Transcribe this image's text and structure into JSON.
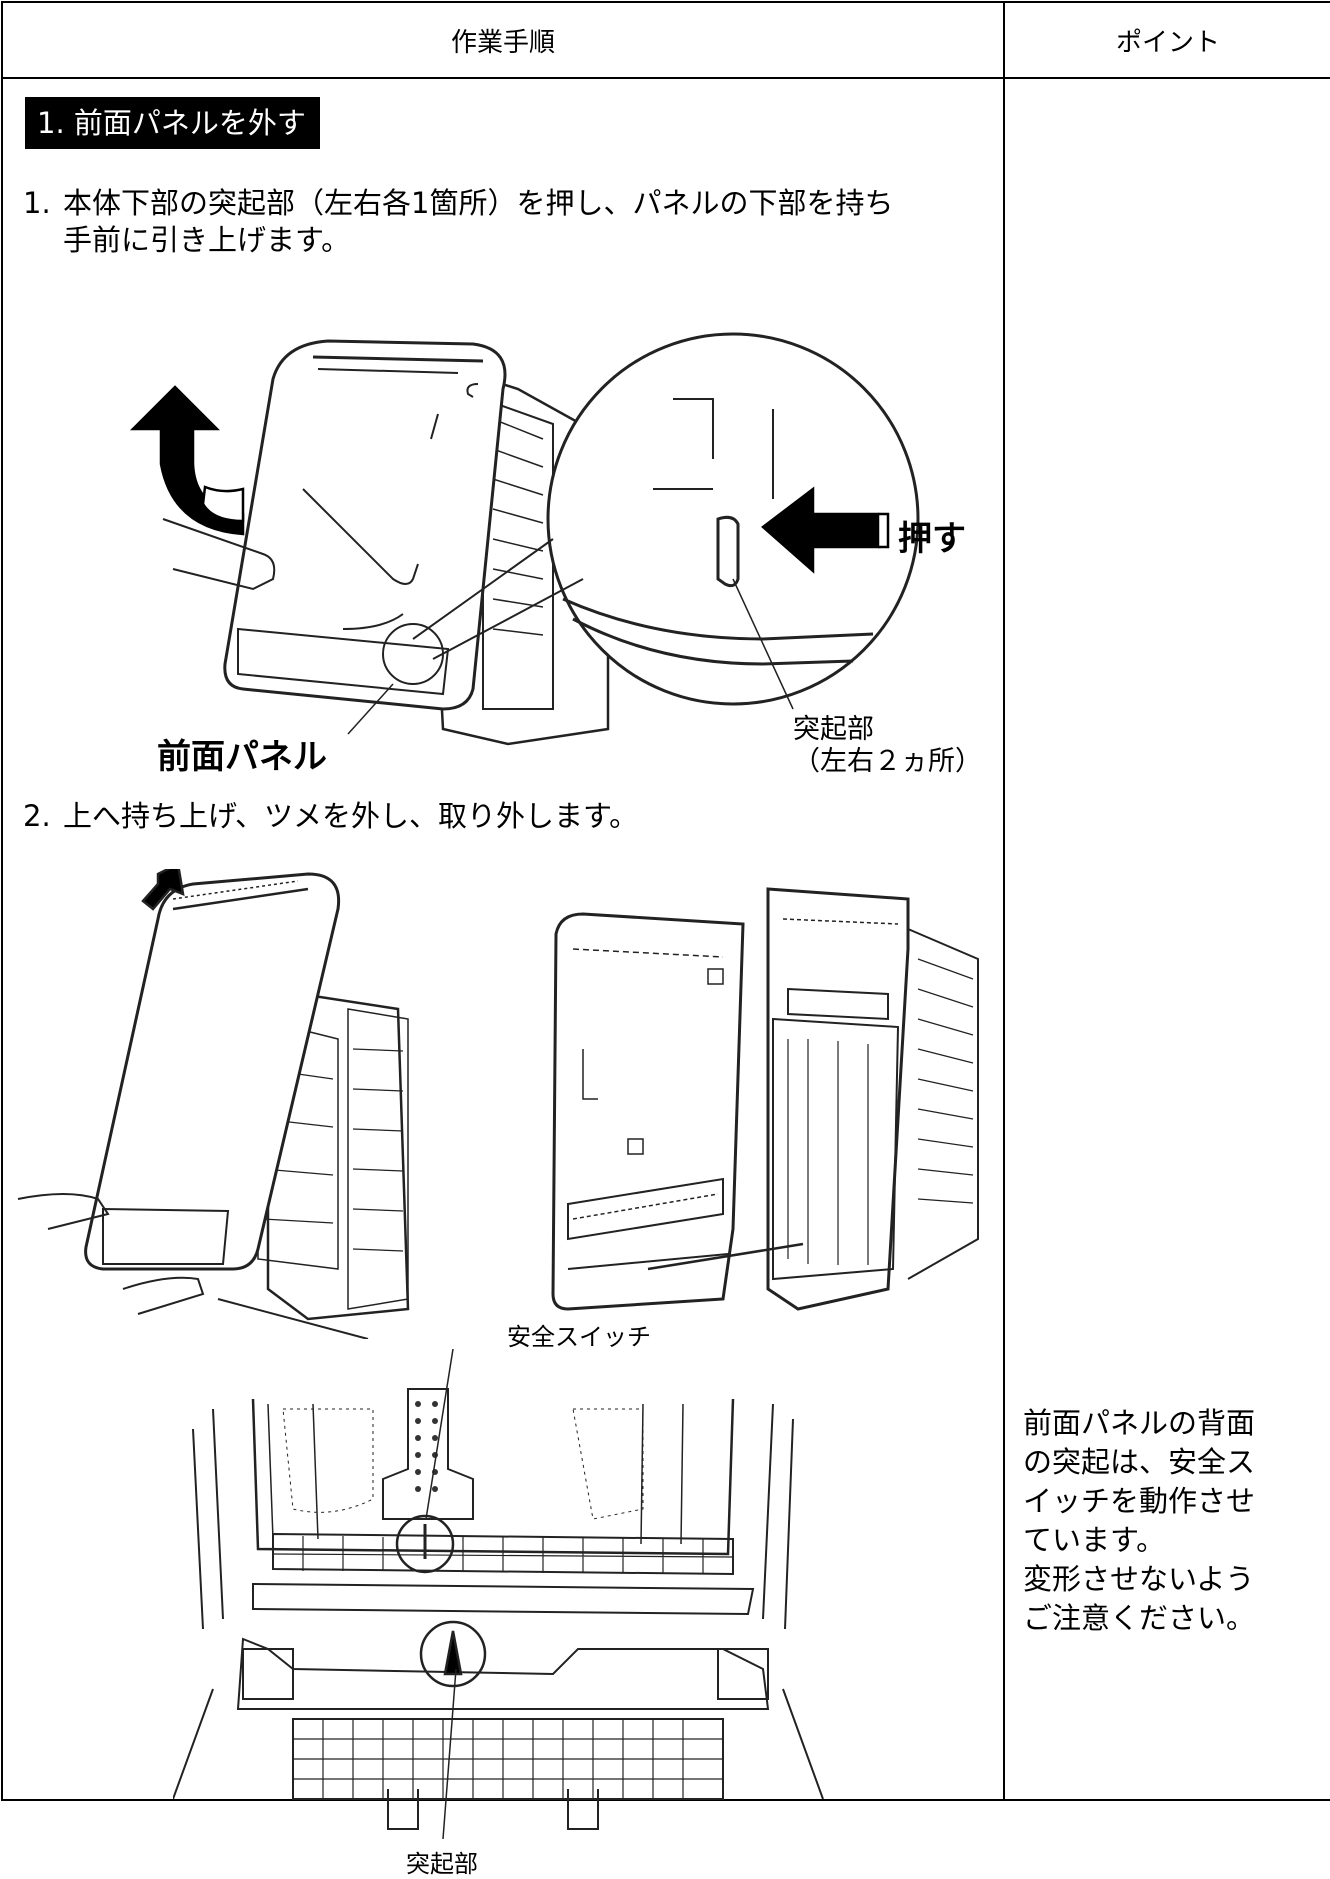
{
  "header": {
    "col_procedure": "作業手順",
    "col_point": "ポイント"
  },
  "section": {
    "title": "1. 前面パネルを外す"
  },
  "step1": {
    "num": "1.",
    "line1": "本体下部の突起部（左右各1箇所）を押し、パネルの下部を持ち",
    "line2": "手前に引き上げます。"
  },
  "figure1": {
    "label_panel": "前面パネル",
    "label_push": "押す",
    "label_protrusion": "突起部",
    "label_protrusion_count": "（左右２ヵ所）"
  },
  "step2": {
    "num": "2.",
    "text": "上へ持ち上げ、ツメを外し、取り外します。"
  },
  "figure3": {
    "label_switch": "安全スイッチ",
    "label_protrusion": "突起部"
  },
  "point": {
    "lines": [
      "前面パネルの背面",
      "の突起は、安全ス",
      "イッチを動作させ",
      "ています。",
      "変形させないよう",
      "ご注意ください。"
    ]
  },
  "icons": [
    "arrow-up-icon",
    "push-arrow-icon"
  ]
}
